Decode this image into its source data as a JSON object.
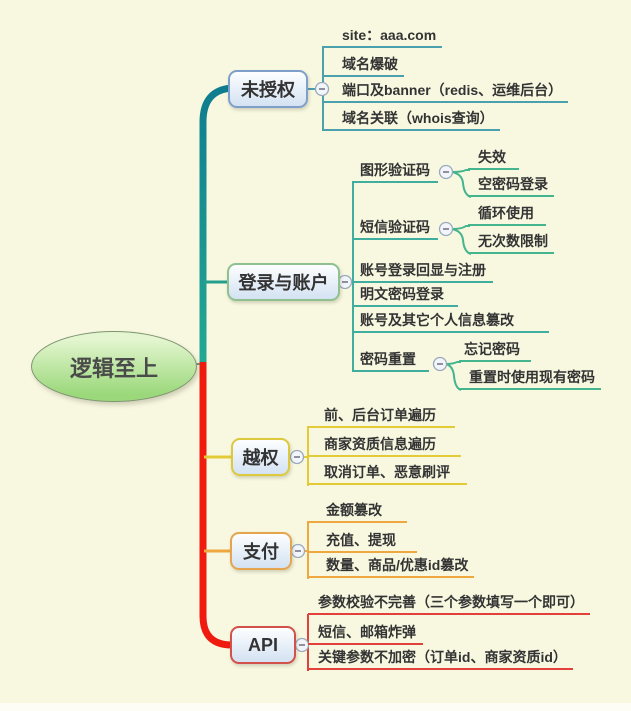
{
  "root": {
    "label": "逻辑至上"
  },
  "palette": {
    "background": "#f8f8e1",
    "trunk_teal": "#0f7d8e",
    "trunk_teal_green": "#23a893",
    "trunk_red": "#ee1b0e",
    "branch_unauthorized_lines": "#4aa0ad",
    "branch_login_lines": "#3fae9e",
    "branch_login_sublines": "#45b58d",
    "branch_privilege_lines": "#e3cb38",
    "branch_payment_lines": "#efa73f",
    "branch_api_lines": "#e2403a",
    "node_fill_top": "#fdfeff",
    "node_fill_bottom": "#d3e2f2",
    "root_fill": "#9bd87b"
  },
  "toggle_icon": "−",
  "branches": [
    {
      "label": "未授权",
      "children": [
        {
          "label": "site：aaa.com"
        },
        {
          "label": "域名爆破"
        },
        {
          "label": "端口及banner（redis、运维后台）"
        },
        {
          "label": "域名关联（whois查询）"
        }
      ]
    },
    {
      "label": "登录与账户",
      "children": [
        {
          "label": "图形验证码",
          "children": [
            {
              "label": "失效"
            },
            {
              "label": "空密码登录"
            }
          ]
        },
        {
          "label": "短信验证码",
          "children": [
            {
              "label": "循环使用"
            },
            {
              "label": "无次数限制"
            }
          ]
        },
        {
          "label": "账号登录回显与注册"
        },
        {
          "label": "明文密码登录"
        },
        {
          "label": "账号及其它个人信息篡改"
        },
        {
          "label": "密码重置",
          "children": [
            {
              "label": "忘记密码"
            },
            {
              "label": "重置时使用现有密码"
            }
          ]
        }
      ]
    },
    {
      "label": "越权",
      "children": [
        {
          "label": "前、后台订单遍历"
        },
        {
          "label": "商家资质信息遍历"
        },
        {
          "label": "取消订单、恶意刷评"
        }
      ]
    },
    {
      "label": "支付",
      "children": [
        {
          "label": "金额篡改"
        },
        {
          "label": "充值、提现"
        },
        {
          "label": "数量、商品/优惠id篡改"
        }
      ]
    },
    {
      "label": "API",
      "children": [
        {
          "label": "参数校验不完善（三个参数填写一个即可）"
        },
        {
          "label": "短信、邮箱炸弹"
        },
        {
          "label": "关键参数不加密（订单id、商家资质id）"
        }
      ]
    }
  ]
}
